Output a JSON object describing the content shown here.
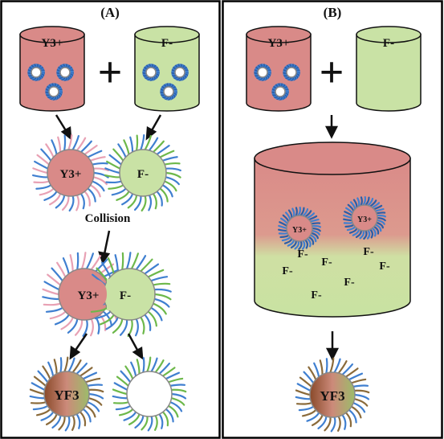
{
  "panel_a": {
    "label": "(A)",
    "cylinder_left": "Y3+",
    "cylinder_right": "F-",
    "plus": "+",
    "micelle_left": "Y3+",
    "micelle_right": "F-",
    "collision_label": "Collision",
    "merged_left": "Y3+",
    "merged_right": "F-",
    "product": "YF3"
  },
  "panel_b": {
    "label": "(B)",
    "cylinder_left": "Y3+",
    "cylinder_right": "F-",
    "plus": "+",
    "big_micelle_1": "Y3+",
    "big_micelle_2": "Y3+",
    "fluoride_ions": [
      "F-",
      "F-",
      "F-",
      "F-",
      "F-",
      "F-",
      "F-"
    ],
    "product": "YF3"
  },
  "colors": {
    "red_phase": "#d98a88",
    "green_phase": "#c9e2a5",
    "micelle_blue": "#3f7fd0",
    "micelle_pink": "#e8a1b4",
    "micelle_green": "#6db84a",
    "micelle_brown": "#8a6a3a"
  }
}
